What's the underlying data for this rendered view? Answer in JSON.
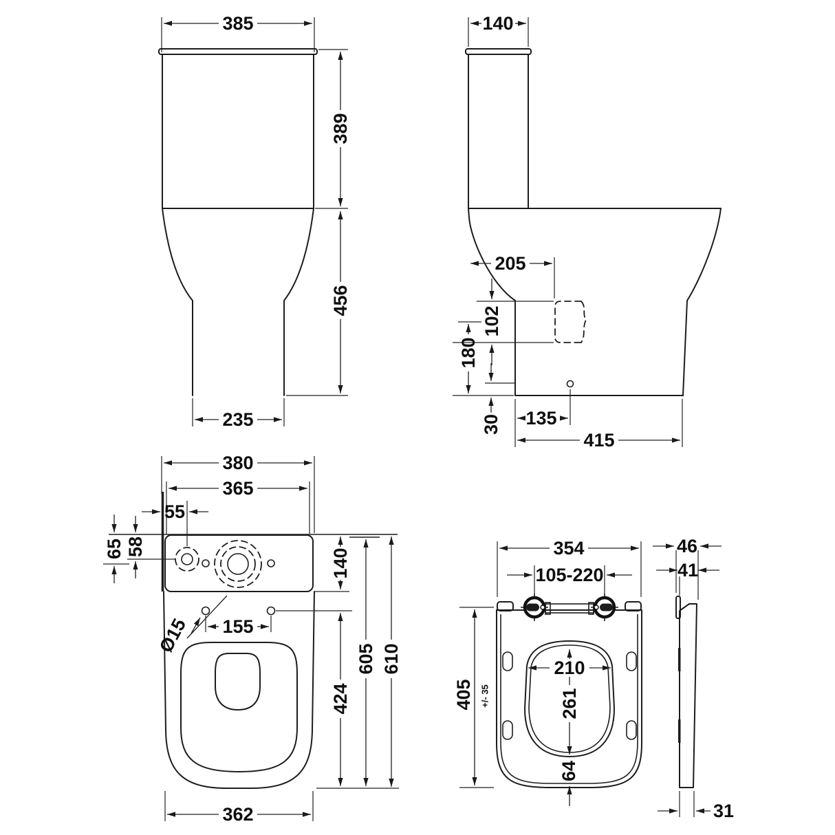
{
  "drawing": {
    "front": {
      "overall_width": "385",
      "cistern_height": "389",
      "pan_height": "456",
      "base_width": "235"
    },
    "side": {
      "cistern_depth": "140",
      "outlet_setback": "205",
      "outlet_height": "102",
      "outlet_centre_height": "180",
      "fixing_hole_height": "30",
      "fixing_hole_setback": "135",
      "base_depth": "415"
    },
    "plan": {
      "overall_width": "380",
      "cistern_width": "365",
      "inlet_offset": "55",
      "inlet_depth": "65",
      "inlet_centre_depth": "58",
      "cistern_front_depth": "140",
      "fixing_hole_dia": "Ø15",
      "fixing_hole_spacing": "155",
      "bowl_projection": "424",
      "length_to_front": "605",
      "overall_length": "610",
      "base_front_width": "362"
    },
    "seat": {
      "width": "354",
      "hinge_adjust": "105-220",
      "aperture_width": "210",
      "aperture_depth": "261",
      "front_depth": "64",
      "length": "405",
      "length_tolerance": "+/- 35",
      "profile_top_thickness": "46",
      "profile_mid_thickness": "41",
      "profile_bottom_thickness": "31"
    }
  }
}
